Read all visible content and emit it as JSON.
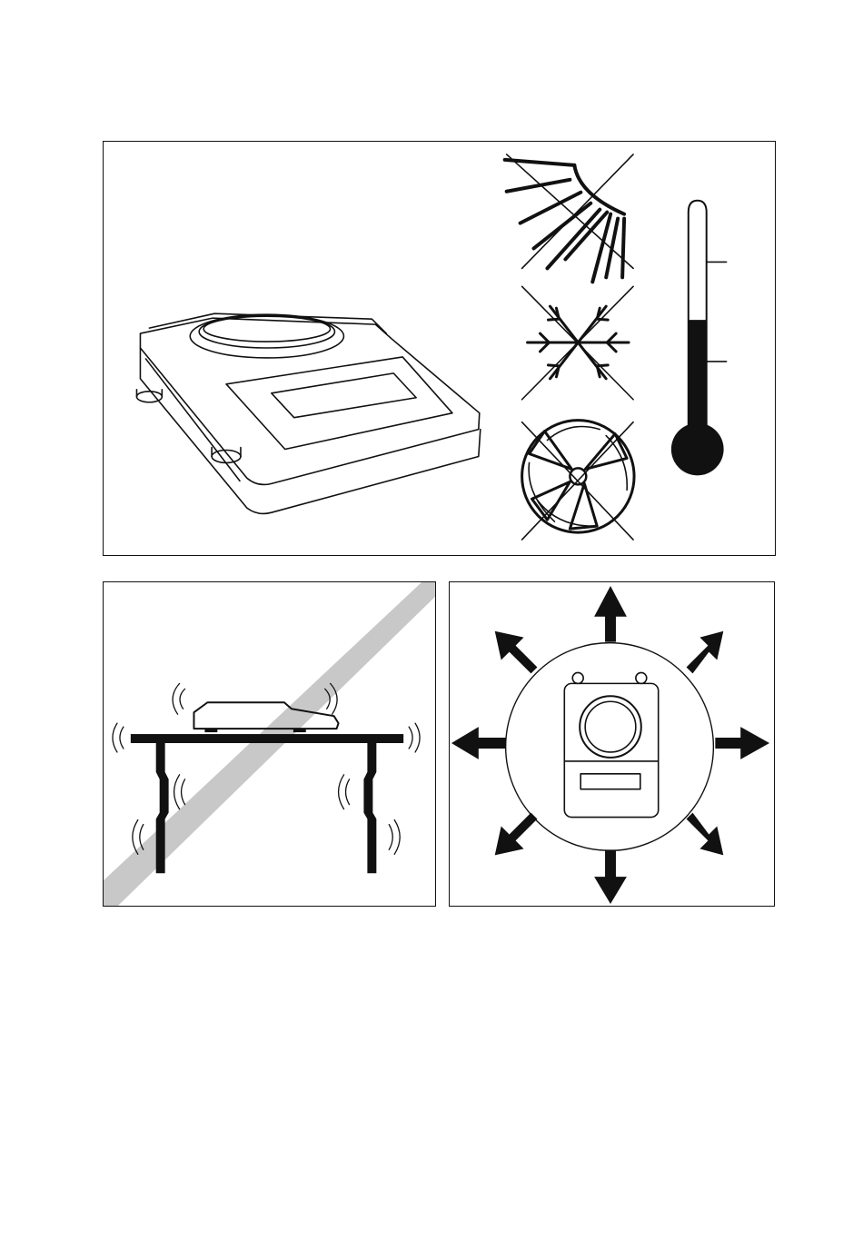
{
  "page": {
    "description_free": true
  },
  "illustrations": [
    {
      "id": "balance-scale",
      "icon": "balance-scale-icon"
    },
    {
      "id": "no-direct-sunlight",
      "icon": "sun-crossed-icon"
    },
    {
      "id": "no-cold",
      "icon": "snowflake-crossed-icon"
    },
    {
      "id": "no-draft",
      "icon": "fan-crossed-icon"
    },
    {
      "id": "temperature",
      "icon": "thermometer-icon"
    },
    {
      "id": "no-vibrating-table",
      "icon": "vibrating-table-crossed-icon"
    },
    {
      "id": "keep-clear-space",
      "icon": "clearance-arrows-icon"
    }
  ],
  "colors": {
    "ink": "#111111",
    "strike_band": "#c8c8c8",
    "background": "#ffffff"
  }
}
